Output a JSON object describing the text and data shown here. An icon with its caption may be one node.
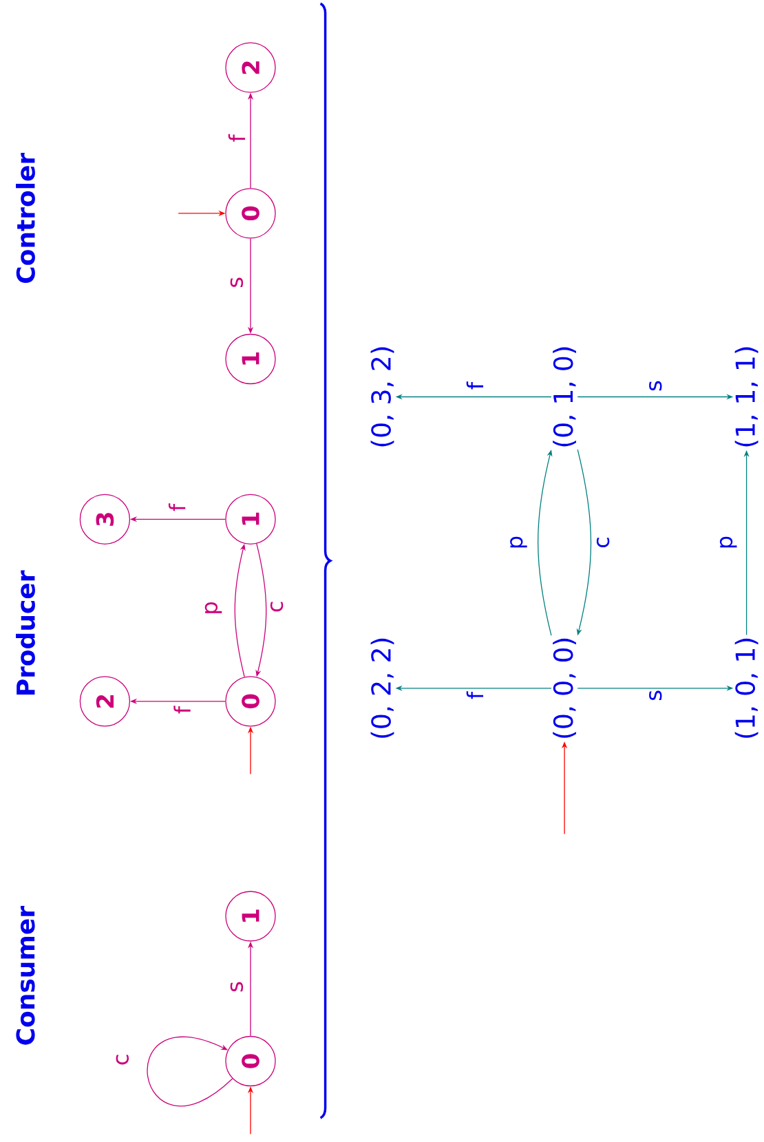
{
  "diagram": {
    "nodes": [
      {
        "text": [
          "0"
        ]
      },
      {
        "text": [
          "1"
        ]
      },
      {
        "text": [
          "0"
        ]
      },
      {
        "text": [
          "1"
        ]
      },
      {
        "text": [
          "2"
        ]
      },
      {
        "text": [
          "3"
        ]
      },
      {
        "text": [
          "0"
        ]
      },
      {
        "text": [
          "1"
        ]
      },
      {
        "text": [
          "2"
        ]
      },
      {
        "text": [
          "(0, 2, 2)"
        ]
      },
      {
        "text": [
          "(0, 0, 0)"
        ]
      },
      {
        "text": [
          "(1, 0, 1)"
        ]
      },
      {
        "text": [
          "(0, 3, 2)"
        ]
      },
      {
        "text": [
          "(0, 1, 0)"
        ]
      },
      {
        "text": [
          "(1, 1, 1)"
        ]
      }
    ],
    "edges": [
      {
        "from": null,
        "to": 0,
        "arrow": "to",
        "color": "#ff0000"
      },
      {
        "from": 0,
        "to": 0,
        "arrow": "to",
        "label": "c"
      },
      {
        "from": 0,
        "to": 1,
        "arrow": "to",
        "label": "s"
      },
      {
        "from": null,
        "to": 2,
        "arrow": "to",
        "color": "#ff0000"
      },
      {
        "from": 2,
        "to": 3,
        "arrow": "to",
        "label": "p"
      },
      {
        "from": 3,
        "to": 2,
        "arrow": "to",
        "label": "c"
      },
      {
        "from": 2,
        "to": 4,
        "arrow": "to",
        "label": "f"
      },
      {
        "from": 3,
        "to": 5,
        "arrow": "to",
        "label": "f"
      },
      {
        "from": null,
        "to": 6,
        "arrow": "to",
        "color": "#ff0000"
      },
      {
        "from": 6,
        "to": 7,
        "arrow": "to",
        "label": "s"
      },
      {
        "from": 6,
        "to": 8,
        "arrow": "to",
        "label": "f"
      },
      {
        "from": null,
        "to": 10,
        "arrow": "to",
        "color": "#ff0000"
      },
      {
        "from": 10,
        "to": 9,
        "arrow": "to",
        "label": "f",
        "color": "#008080"
      },
      {
        "from": 10,
        "to": 11,
        "arrow": "to",
        "label": "s",
        "color": "#008080"
      },
      {
        "from": 10,
        "to": 13,
        "arrow": "to",
        "label": "p",
        "color": "#008080"
      },
      {
        "from": 13,
        "to": 10,
        "arrow": "to",
        "label": "c",
        "color": "#008080"
      },
      {
        "from": 13,
        "to": 12,
        "arrow": "to",
        "label": "f",
        "color": "#008080"
      },
      {
        "from": 13,
        "to": 14,
        "arrow": "to",
        "label": "s",
        "color": "#008080"
      },
      {
        "from": 11,
        "to": 14,
        "arrow": "to",
        "label": "p",
        "color": "#008080"
      }
    ],
    "labels": [
      "Consumer",
      "Producer",
      "Controler"
    ]
  }
}
